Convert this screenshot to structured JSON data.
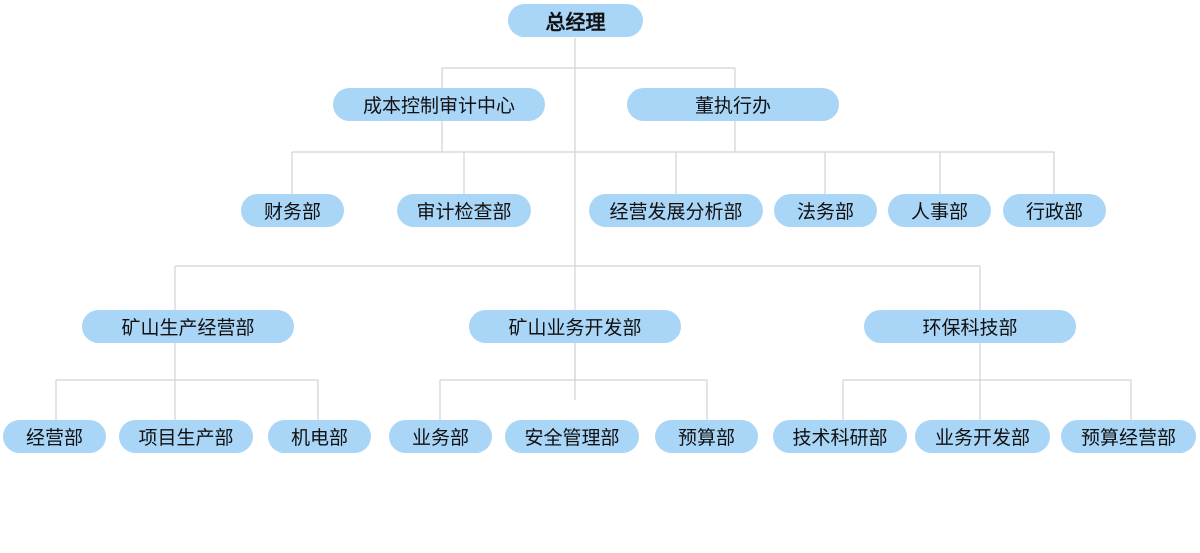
{
  "org_chart": {
    "root": "总经理",
    "level1": {
      "cost_control": "成本控制审计中心",
      "board": "董执行办"
    },
    "level2": {
      "finance": "财务部",
      "audit": "审计检查部",
      "analysis": "经营发展分析部",
      "legal": "法务部",
      "hr": "人事部",
      "admin": "行政部"
    },
    "level3": {
      "mining_ops": "矿山生产经营部",
      "mining_biz": "矿山业务开发部",
      "env_tech": "环保科技部"
    },
    "level4": {
      "operations": "经营部",
      "project_production": "项目生产部",
      "mech_elec": "机电部",
      "business_a": "业务部",
      "safety": "安全管理部",
      "budget_a": "预算部",
      "tech_rd": "技术科研部",
      "business_dev": "业务开发部",
      "budget_ops": "预算经营部"
    }
  },
  "colors": {
    "node_fill": "#a9d5f7",
    "connector": "#d3d3d3",
    "text": "#111111"
  }
}
